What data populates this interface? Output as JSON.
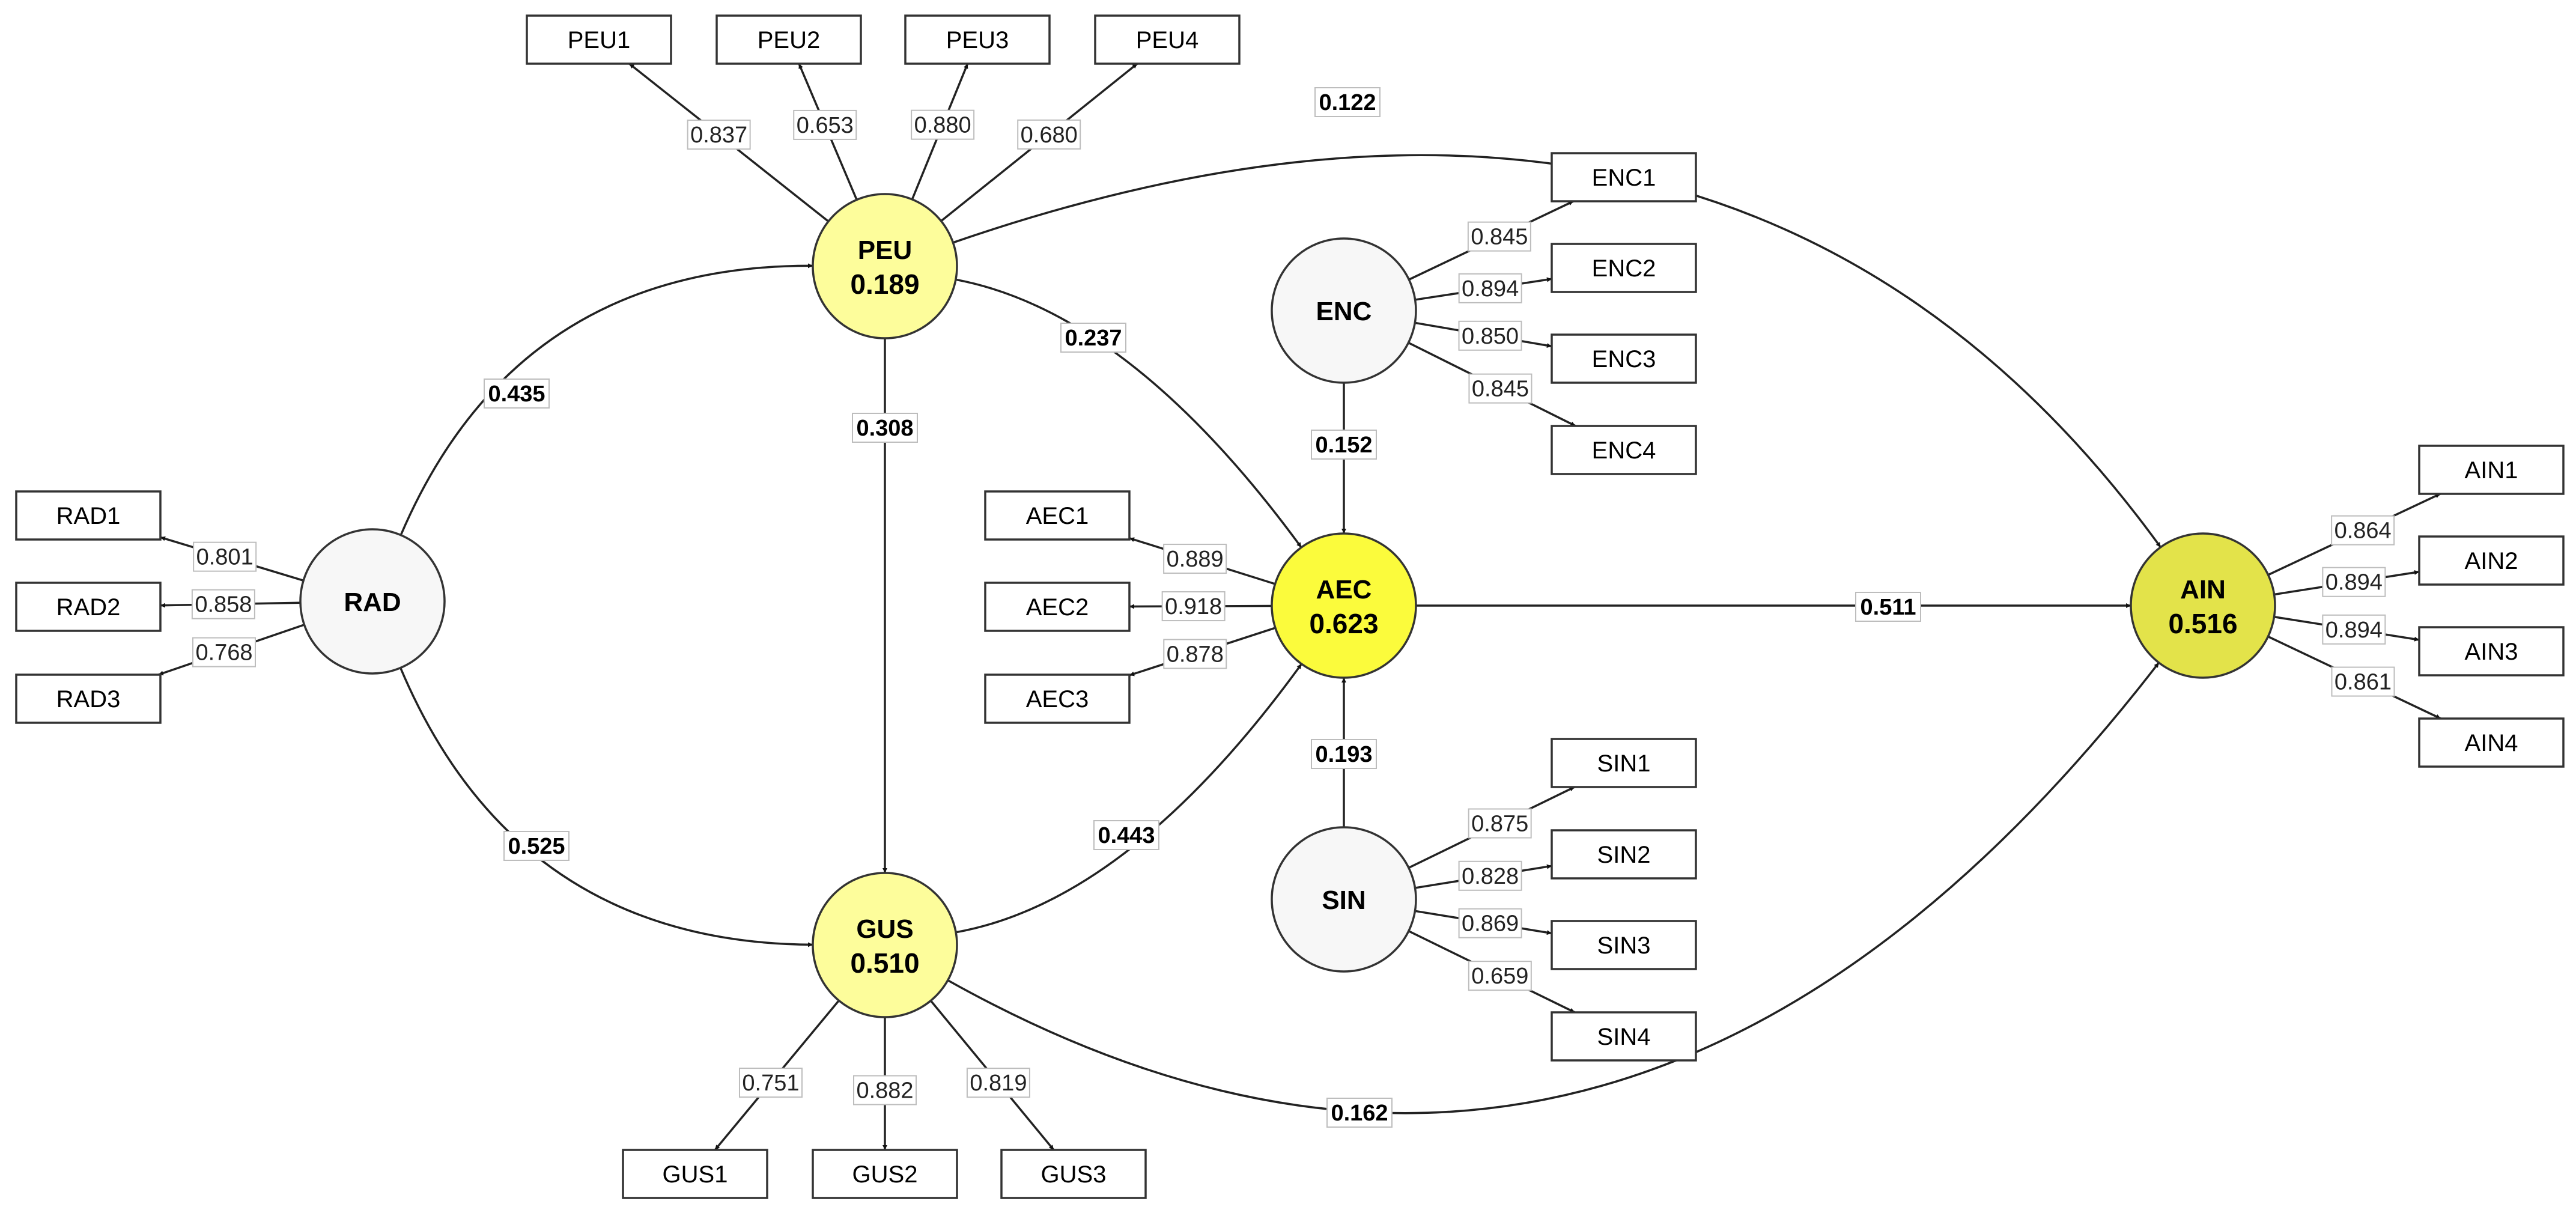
{
  "colors": {
    "node_exogenous": "#f7f7f7",
    "node_light_yellow": "#fdfd9b",
    "node_yellow": "#fbfb3c",
    "node_olive": "#e3e34a",
    "stroke": "#333333"
  },
  "nodes": {
    "PEU": {
      "label": "PEU",
      "value": "0.189"
    },
    "RAD": {
      "label": "RAD",
      "value": ""
    },
    "GUS": {
      "label": "GUS",
      "value": "0.510"
    },
    "ENC": {
      "label": "ENC",
      "value": ""
    },
    "AEC": {
      "label": "AEC",
      "value": "0.623"
    },
    "SIN": {
      "label": "SIN",
      "value": ""
    },
    "AIN": {
      "label": "AIN",
      "value": "0.516"
    }
  },
  "indicators": {
    "PEU": [
      "PEU1",
      "PEU2",
      "PEU3",
      "PEU4"
    ],
    "RAD": [
      "RAD1",
      "RAD2",
      "RAD3"
    ],
    "GUS": [
      "GUS1",
      "GUS2",
      "GUS3"
    ],
    "ENC": [
      "ENC1",
      "ENC2",
      "ENC3",
      "ENC4"
    ],
    "AEC": [
      "AEC1",
      "AEC2",
      "AEC3"
    ],
    "SIN": [
      "SIN1",
      "SIN2",
      "SIN3",
      "SIN4"
    ],
    "AIN": [
      "AIN1",
      "AIN2",
      "AIN3",
      "AIN4"
    ]
  },
  "loadings": {
    "PEU": [
      "0.837",
      "0.653",
      "0.880",
      "0.680"
    ],
    "RAD": [
      "0.801",
      "0.858",
      "0.768"
    ],
    "GUS": [
      "0.751",
      "0.882",
      "0.819"
    ],
    "ENC": [
      "0.845",
      "0.894",
      "0.850",
      "0.845"
    ],
    "AEC": [
      "0.889",
      "0.918",
      "0.878"
    ],
    "SIN": [
      "0.875",
      "0.828",
      "0.869",
      "0.659"
    ],
    "AIN": [
      "0.864",
      "0.894",
      "0.894",
      "0.861"
    ]
  },
  "paths": {
    "RAD_PEU": "0.435",
    "RAD_GUS": "0.525",
    "PEU_GUS": "0.308",
    "PEU_AEC": "0.237",
    "PEU_AIN": "0.122",
    "GUS_AEC": "0.443",
    "GUS_AIN": "0.162",
    "ENC_AEC": "0.152",
    "SIN_AEC": "0.193",
    "AEC_AIN": "0.511"
  }
}
